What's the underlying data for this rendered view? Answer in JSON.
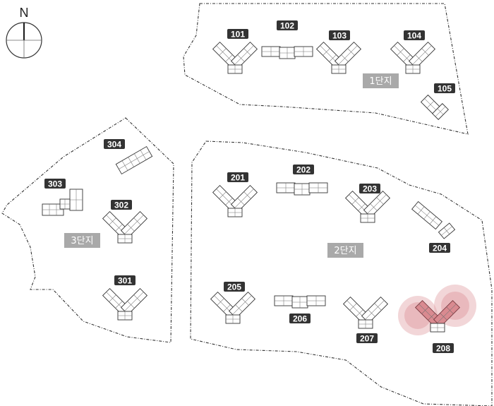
{
  "compass": {
    "label": "N"
  },
  "zones": [
    {
      "id": "zone-1",
      "label": "1단지"
    },
    {
      "id": "zone-2",
      "label": "2단지"
    },
    {
      "id": "zone-3",
      "label": "3단지"
    }
  ],
  "buildings": [
    {
      "id": "b101",
      "label": "101",
      "shape": "v"
    },
    {
      "id": "b102",
      "label": "102",
      "shape": "bar"
    },
    {
      "id": "b103",
      "label": "103",
      "shape": "v"
    },
    {
      "id": "b104",
      "label": "104",
      "shape": "v"
    },
    {
      "id": "b105",
      "label": "105",
      "shape": "small"
    },
    {
      "id": "b201",
      "label": "201",
      "shape": "v"
    },
    {
      "id": "b202",
      "label": "202",
      "shape": "bar"
    },
    {
      "id": "b203",
      "label": "203",
      "shape": "v"
    },
    {
      "id": "b204",
      "label": "204",
      "shape": "diag"
    },
    {
      "id": "b205",
      "label": "205",
      "shape": "v"
    },
    {
      "id": "b206",
      "label": "206",
      "shape": "bar"
    },
    {
      "id": "b207",
      "label": "207",
      "shape": "v"
    },
    {
      "id": "b208",
      "label": "208",
      "shape": "v",
      "highlighted": true
    },
    {
      "id": "b301",
      "label": "301",
      "shape": "v"
    },
    {
      "id": "b302",
      "label": "302",
      "shape": "v"
    },
    {
      "id": "b303",
      "label": "303",
      "shape": "cluster"
    },
    {
      "id": "b304",
      "label": "304",
      "shape": "diagbar"
    }
  ],
  "colors": {
    "label_bg": "#333333",
    "zone_label_bg": "#a9a9a9",
    "highlight": "#e2a3a8",
    "highlight_inner": "#c8636b"
  }
}
